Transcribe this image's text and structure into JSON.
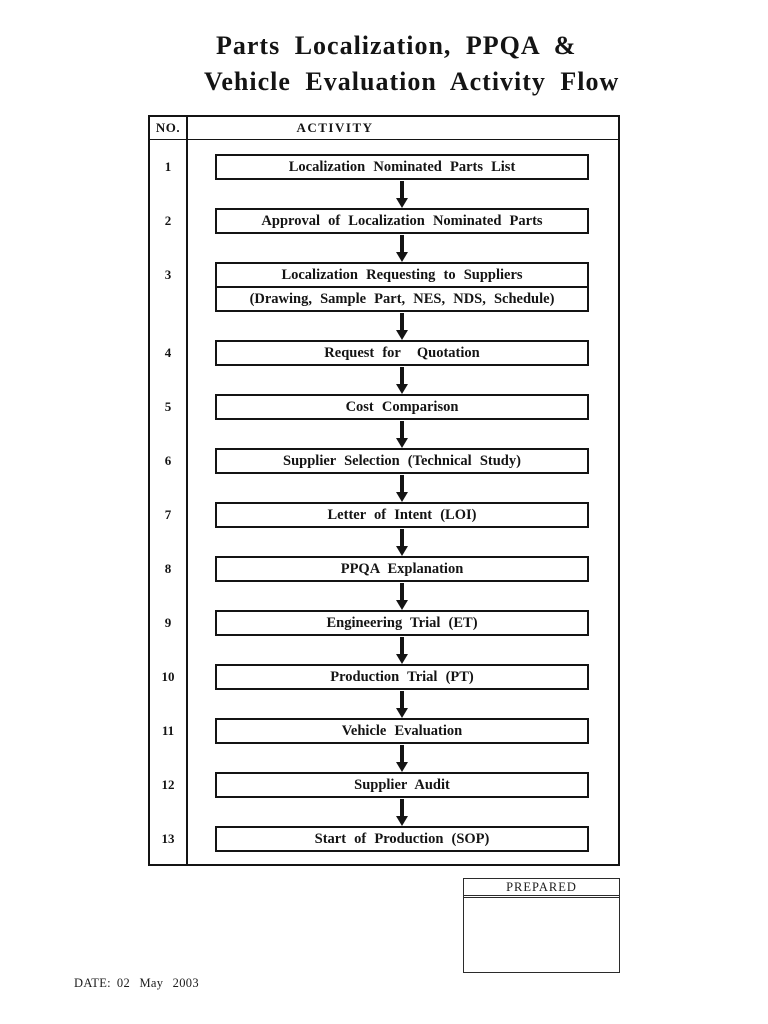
{
  "title": {
    "line1": "Parts Localization, PPQA &",
    "line2": "Vehicle Evaluation Activity Flow"
  },
  "table": {
    "headers": {
      "no": "NO.",
      "activity": "ACTIVITY"
    },
    "steps": [
      {
        "no": "1",
        "label": "Localization Nominated Parts List"
      },
      {
        "no": "2",
        "label": "Approval of Localization Nominated Parts"
      },
      {
        "no": "3",
        "label": "Localization Requesting to Suppliers",
        "sublabel": "(Drawing, Sample Part, NES, NDS, Schedule)"
      },
      {
        "no": "4",
        "label": "Request for  Quotation"
      },
      {
        "no": "5",
        "label": "Cost Comparison"
      },
      {
        "no": "6",
        "label": "Supplier Selection (Technical Study)"
      },
      {
        "no": "7",
        "label": "Letter of Intent (LOI)"
      },
      {
        "no": "8",
        "label": "PPQA Explanation"
      },
      {
        "no": "9",
        "label": "Engineering Trial (ET)"
      },
      {
        "no": "10",
        "label": "Production Trial (PT)"
      },
      {
        "no": "11",
        "label": "Vehicle Evaluation"
      },
      {
        "no": "12",
        "label": "Supplier Audit"
      },
      {
        "no": "13",
        "label": "Start of Production (SOP)"
      }
    ]
  },
  "icons": {
    "flow_connector": "down-arrow"
  },
  "prepared_box": {
    "label": "PREPARED"
  },
  "footer": {
    "date_label": "DATE:",
    "date_value": "02 May 2003"
  },
  "colors": {
    "ink": "#141414",
    "page_background": "#ffffff"
  }
}
